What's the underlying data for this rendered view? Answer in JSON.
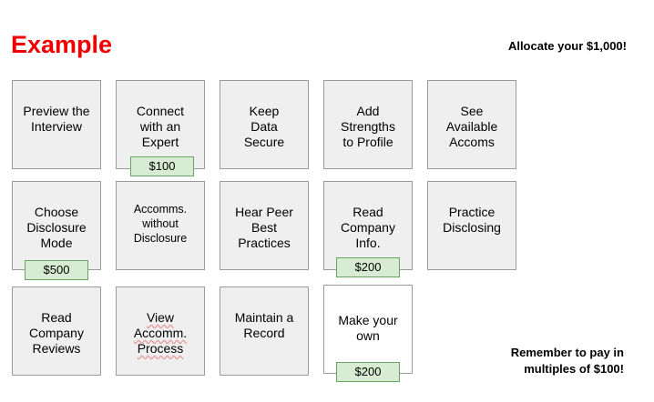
{
  "header": {
    "title": "Example",
    "allocate": "Allocate your $1,000!"
  },
  "footer_note": "Remember to pay in\nmultiples of $100!",
  "cards": [
    {
      "label": "Preview the\nInterview"
    },
    {
      "label": "Connect\nwith an\nExpert",
      "amount": "$100"
    },
    {
      "label": "Keep\nData\nSecure"
    },
    {
      "label": "Add\nStrengths\nto Profile"
    },
    {
      "label": "See\nAvailable\nAccoms"
    },
    {
      "label": "Choose\nDisclosure\nMode",
      "amount": "$500"
    },
    {
      "label": "Accomms.\nwithout\nDisclosure"
    },
    {
      "label": "Hear Peer\nBest\nPractices"
    },
    {
      "label": "Read\nCompany\nInfo.",
      "amount": "$200"
    },
    {
      "label": "Practice\nDisclosing"
    },
    {
      "label": "Read\nCompany\nReviews"
    },
    {
      "label": "View\nAccomm.\nProcess"
    },
    {
      "label": "Maintain a\nRecord"
    },
    {
      "label": "Make your\nown",
      "amount": "$200"
    }
  ]
}
